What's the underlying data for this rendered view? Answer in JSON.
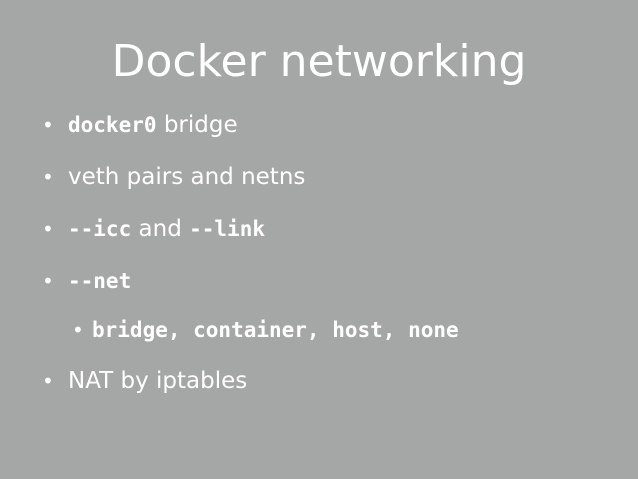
{
  "slide": {
    "title": "Docker networking",
    "bullet_char": "•",
    "items": [
      {
        "code1": "docker0",
        "text1": " bridge"
      },
      {
        "text1": "veth pairs and netns"
      },
      {
        "code1": "--icc",
        "text1": " and ",
        "code2": "--link"
      },
      {
        "code1": "--net"
      },
      {
        "code1": "bridge, container, host, none"
      },
      {
        "text1": "NAT by iptables"
      }
    ]
  },
  "colors": {
    "background": "#a4a7a5",
    "text": "#ffffff"
  }
}
